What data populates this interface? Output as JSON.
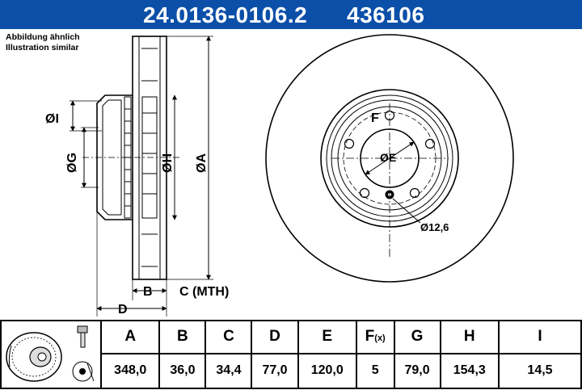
{
  "header": {
    "part_number": "24.0136-0106.2",
    "ref_number": "436106"
  },
  "caption": {
    "line1": "Abbildung ähnlich",
    "line2": "Illustration similar"
  },
  "drawing": {
    "labels": {
      "I": "ØI",
      "G": "ØG",
      "H": "ØH",
      "A": "ØA",
      "E": "ØE",
      "F": "F",
      "bolt_hole": "Ø12,6",
      "B": "B",
      "C": "C (MTH)",
      "D": "D"
    }
  },
  "table": {
    "headers": [
      "A",
      "B",
      "C",
      "D",
      "E",
      "F",
      "G",
      "H",
      "I"
    ],
    "f_suffix": "(x)",
    "values": [
      "348,0",
      "36,0",
      "34,4",
      "77,0",
      "120,0",
      "5",
      "79,0",
      "154,3",
      "14,5"
    ]
  }
}
